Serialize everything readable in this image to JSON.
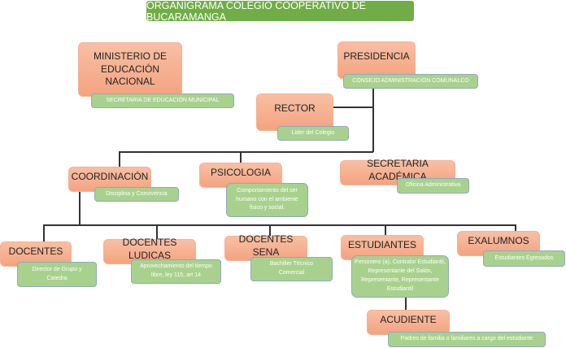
{
  "title": "ORGANIGRAMA COLEGIO COOPERATIVO DE BUCARAMANGA",
  "nodes": {
    "ministerio": {
      "title": "MINISTERIO DE EDUCACIÓN NACIONAL",
      "sub": "SECRETARIA DE EDUCACIÓN MUNICIPAL"
    },
    "presidencia": {
      "title": "PRESIDENCIA",
      "sub": "CONSEJO ADMINISTRACIÓN COMUNALCO"
    },
    "rector": {
      "title": "RECTOR",
      "sub": "Lider del Colegio"
    },
    "coordinacion": {
      "title": "COORDINACIÓN",
      "sub": "Disciplina y Convivencia"
    },
    "psicologia": {
      "title": "PSICOLOGIA",
      "sub": "Comportamiento del ser humano con el ambiente fisico y social."
    },
    "secretaria": {
      "title": "SECRETARIA ACADÉMICA",
      "sub": "Oficina Administrativa"
    },
    "docentes": {
      "title": "DOCENTES",
      "sub": "Director de Grupo y Catedra"
    },
    "ludicas": {
      "title": "DOCENTES LUDICAS",
      "sub": "Aprovechamiento del tiempo libre, ley 115, art 14"
    },
    "sena": {
      "title": "DOCENTES SENA",
      "sub": "Bachiller Técnico Comercial"
    },
    "estudiantes": {
      "title": "ESTUDIANTES",
      "sub": "Personero (a), Contralor Estudiantil, Representante del Salón, Representante, Representante Estudiantil"
    },
    "exalumnos": {
      "title": "EXALUMNOS",
      "sub": "Estudiantes Egresados"
    },
    "acudiente": {
      "title": "ACUDIENTE",
      "sub": "Padres de familia o familiares a cargo del estudiante"
    }
  },
  "colors": {
    "title": "#70ad47",
    "node": "#f4a582",
    "sub": "#a9d18e"
  }
}
